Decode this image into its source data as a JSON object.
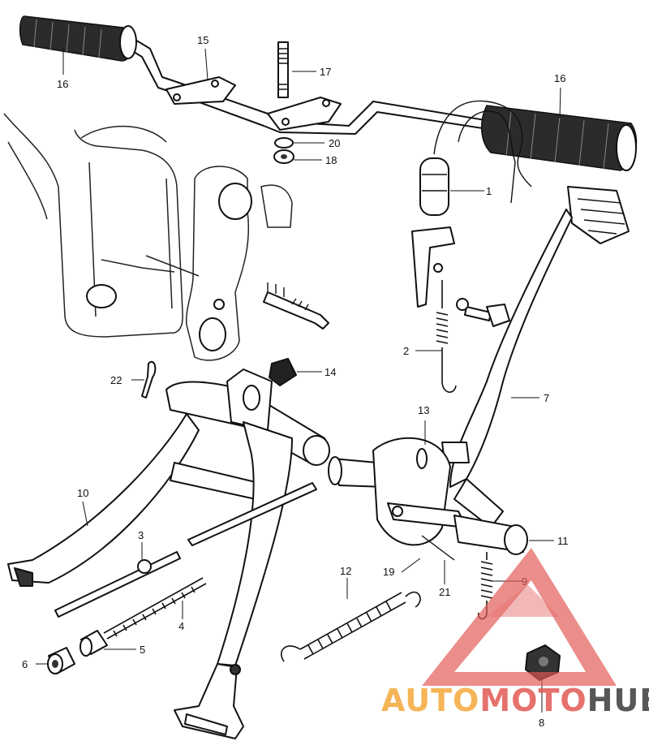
{
  "callouts": {
    "c1": "1",
    "c2": "2",
    "c3": "3",
    "c4": "4",
    "c5": "5",
    "c6": "6",
    "c7": "7",
    "c8": "8",
    "c9": "9",
    "c10": "10",
    "c11": "11",
    "c12": "12",
    "c13": "13",
    "c14": "14",
    "c15": "15",
    "c16a": "16",
    "c16b": "16",
    "c17": "17",
    "c18": "18",
    "c19": "19",
    "c20": "20",
    "c21": "21",
    "c22": "22"
  },
  "watermark": {
    "part1": "AUTO",
    "part2": "MOTO",
    "part3": "HUB",
    "colors": {
      "orange": "#f4a93a",
      "red": "#e25a55",
      "dark": "#3a3a3a"
    }
  }
}
